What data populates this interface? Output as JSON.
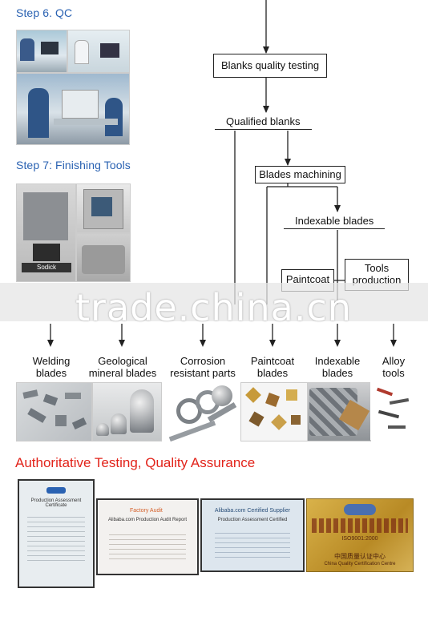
{
  "steps": {
    "qc": "Step 6. QC",
    "finishing": "Step 7: Finishing Tools"
  },
  "flow": {
    "blanks_testing": "Blanks quality testing",
    "qualified_blanks": "Qualified blanks",
    "blades_machining": "Blades machining",
    "indexable_blades": "Indexable blades",
    "paintcoat": "Paintcoat",
    "tools_production": "Tools production"
  },
  "watermark": "trade.china.cn",
  "products": [
    {
      "label": "Welding blades"
    },
    {
      "label": "Geological mineral blades"
    },
    {
      "label": "Corrosion resistant parts"
    },
    {
      "label": "Paintcoat blades"
    },
    {
      "label": "Indexable blades"
    },
    {
      "label": "Alloy tools"
    }
  ],
  "heading": "Authoritative Testing, Quality Assurance",
  "certificates": {
    "c1_title": "Production Assessment Certificate",
    "c2_title": "Alibaba.com Production Audit Report",
    "c2_brand": "Factory Audit",
    "c3_title": "Alibaba.com Certified Supplier",
    "c3_sub": "Production Assessment Certified",
    "c4_cn": "中国质量认证中心",
    "c4_en": "China Quality Certification Centre",
    "c4_iso": "ISO9001:2000"
  },
  "colors": {
    "step_blue": "#2a62b2",
    "heading_red": "#e2231a"
  }
}
